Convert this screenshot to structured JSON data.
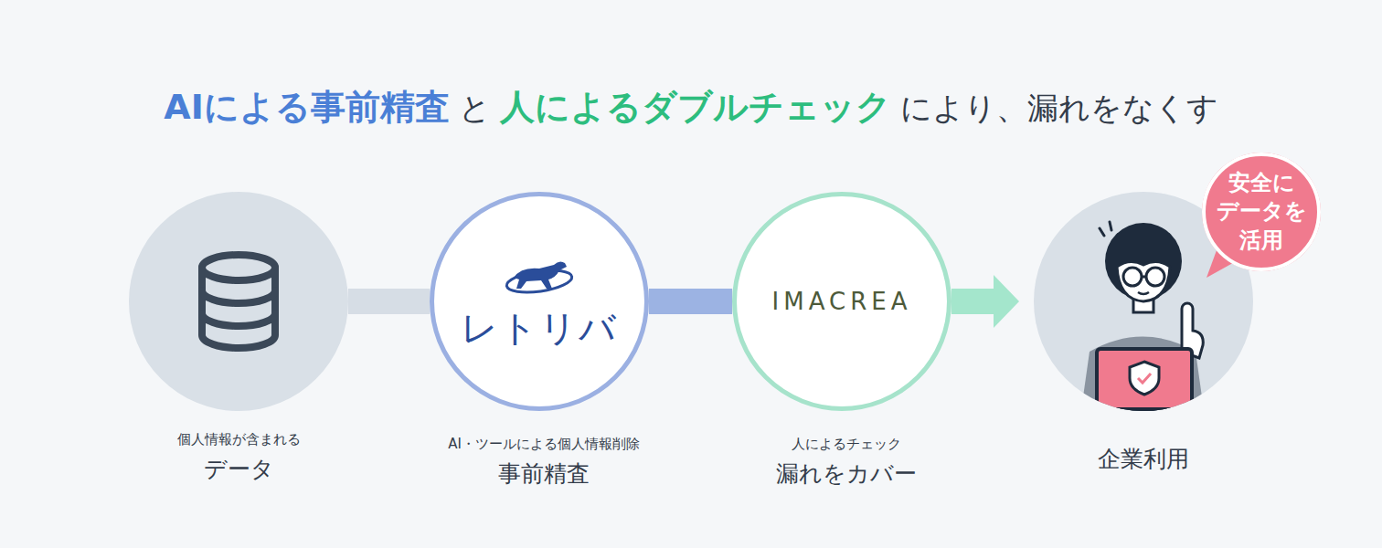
{
  "diagram": {
    "nodes": [
      {
        "text": [
          "個人情報が含まれる",
          "データ"
        ]
      },
      {
        "text": [
          "レトリバ",
          "AI・ツールによる個人情報削除",
          "事前精査"
        ]
      },
      {
        "text": [
          "IMACREA",
          "人によるチェック",
          "漏れをカバー"
        ]
      },
      {
        "text": [
          "企業利用"
        ]
      },
      {
        "text": [
          "安全に データを 活用"
        ]
      }
    ],
    "edges": [
      {
        "from": 0,
        "to": 1,
        "arrow": "none"
      },
      {
        "from": 1,
        "to": 2,
        "arrow": "none"
      },
      {
        "from": 2,
        "to": 3,
        "arrow": "to"
      }
    ],
    "labels": [
      "AIによる事前精査",
      "と",
      "人によるダブルチェック",
      "により、漏れをなくす"
    ]
  }
}
